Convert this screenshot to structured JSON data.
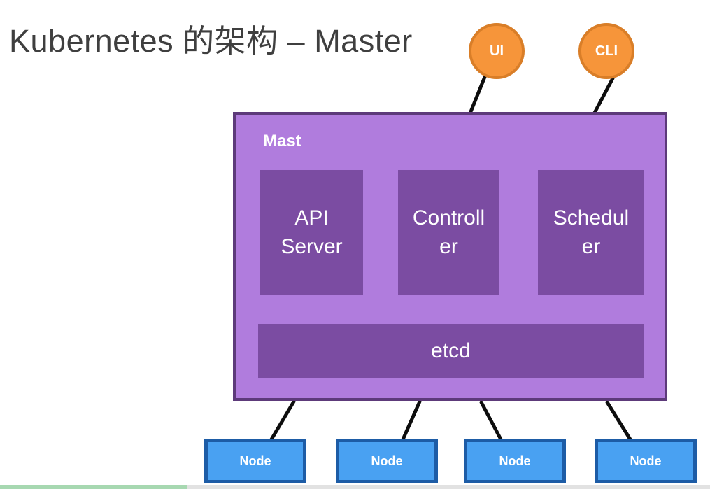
{
  "slide": {
    "title": "Kubernetes 的架构 – Master",
    "clients": [
      {
        "label": "UI"
      },
      {
        "label": "CLI"
      }
    ],
    "master": {
      "label": "Mast",
      "components": [
        "API Server",
        "Controller",
        "Scheduler"
      ],
      "datastore": "etcd"
    },
    "nodes": [
      "Node",
      "Node",
      "Node",
      "Node"
    ],
    "colors": {
      "master_fill": "#b07cdd",
      "master_border": "#5d3a7a",
      "component_fill": "#7b4ca2",
      "client_fill": "#f6953a",
      "client_border": "#d97e28",
      "node_fill": "#49a1f2",
      "node_border": "#1d5ca6",
      "connector": "#0d0d0d",
      "progress_green": "#a7d8b1",
      "progress_gray": "#e2e2e2",
      "title_text": "#3f3f3f"
    }
  }
}
